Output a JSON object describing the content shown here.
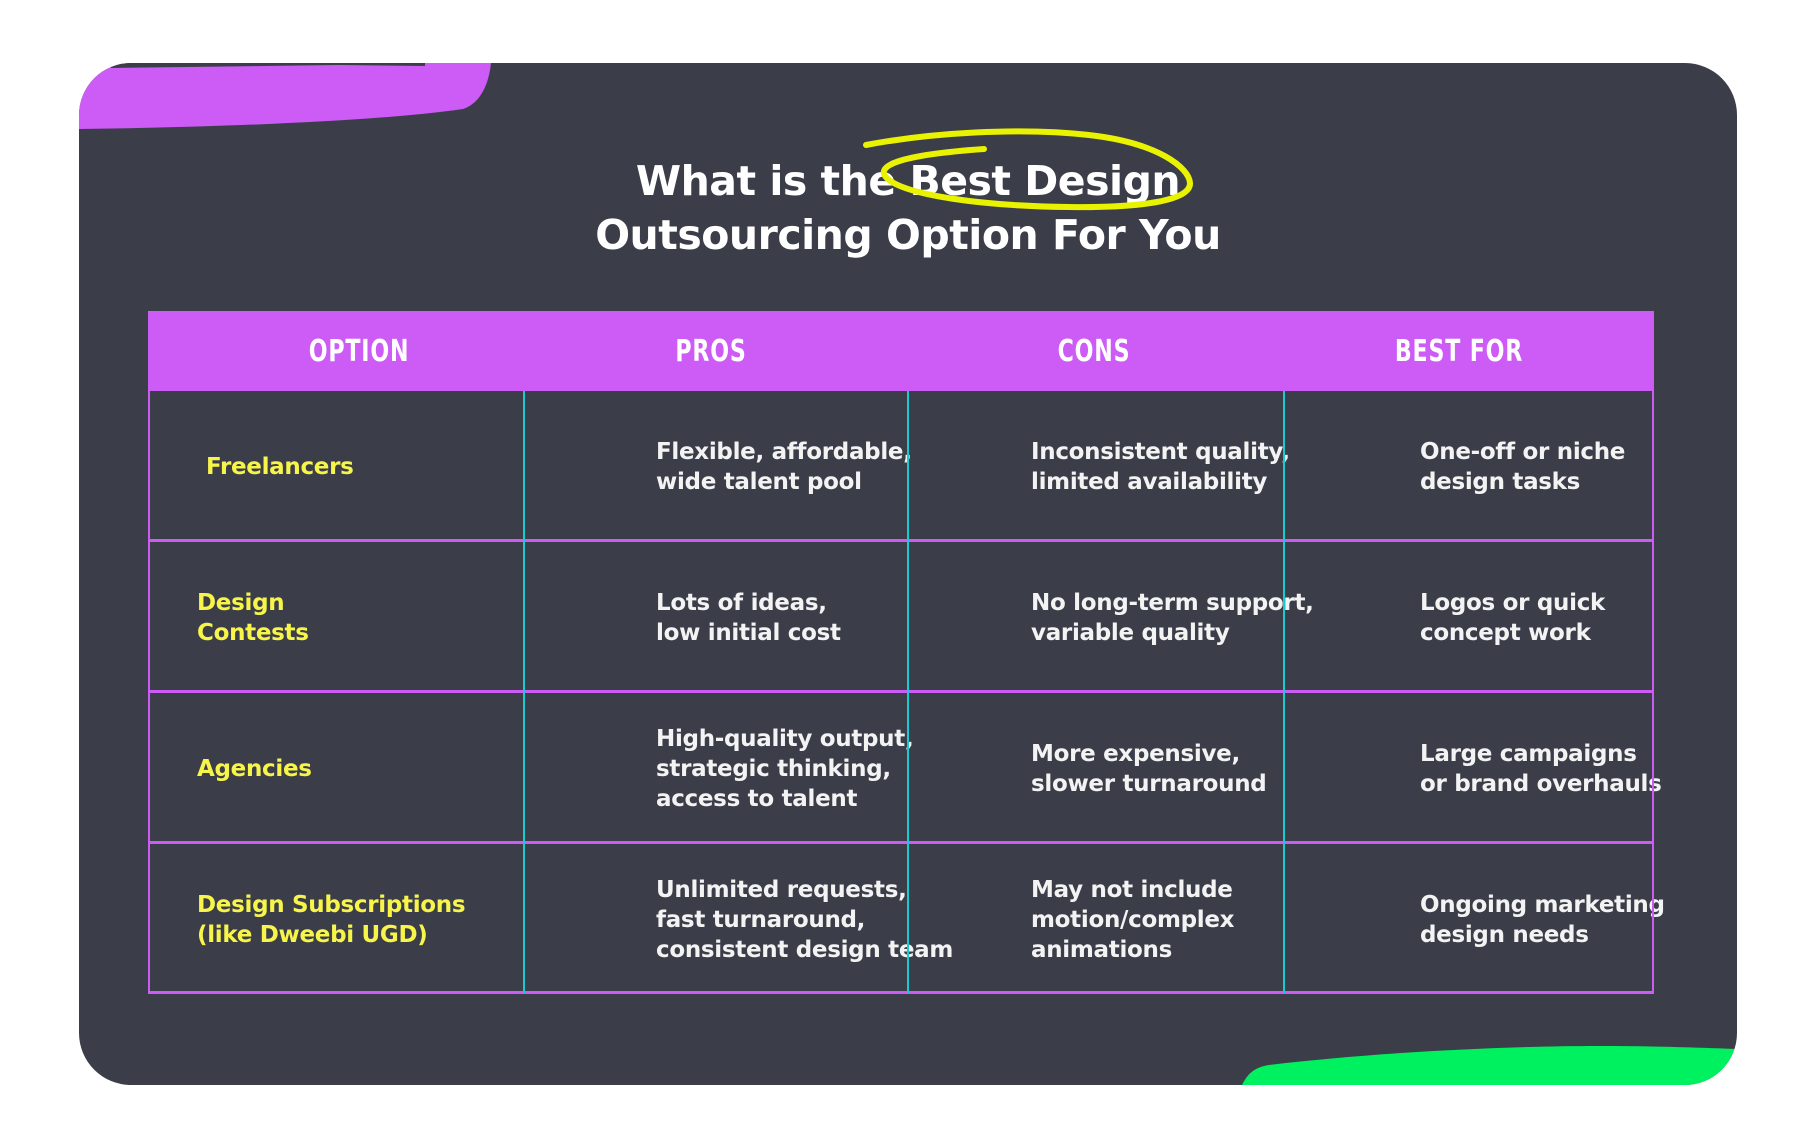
{
  "title": {
    "line1_prefix": "What is the ",
    "line1_highlight": "Best Design",
    "line2": "Outsourcing Option For You"
  },
  "colors": {
    "card_bg": "#3B3E49",
    "accent_purple": "#CC5CF5",
    "accent_green": "#00F160",
    "highlight_yellow": "#E9F200",
    "option_text_yellow": "#F7F54A",
    "divider_cyan": "#17CBD3",
    "text_white": "#F3F3F3"
  },
  "table": {
    "headers": [
      "OPTION",
      "PROS",
      "CONS",
      "BEST FOR"
    ],
    "rows": [
      {
        "option": [
          "Freelancers"
        ],
        "pros": [
          "Flexible, affordable,",
          "wide talent pool"
        ],
        "cons": [
          "Inconsistent quality,",
          "limited availability"
        ],
        "best_for": [
          "One-off or niche",
          "design tasks"
        ]
      },
      {
        "option": [
          "Design",
          "Contests"
        ],
        "pros": [
          "Lots of ideas,",
          "low initial cost"
        ],
        "cons": [
          "No long-term support,",
          "variable quality"
        ],
        "best_for": [
          "Logos or quick",
          "concept work"
        ]
      },
      {
        "option": [
          "Agencies"
        ],
        "pros": [
          "High-quality output,",
          "strategic thinking,",
          "access to talent"
        ],
        "cons": [
          "More expensive,",
          "slower turnaround"
        ],
        "best_for": [
          "Large campaigns",
          "or brand overhauls"
        ]
      },
      {
        "option": [
          "Design Subscriptions",
          "(like Dweebi UGD)"
        ],
        "pros": [
          "Unlimited requests,",
          "fast turnaround,",
          "consistent design team"
        ],
        "cons": [
          "May not include",
          "motion/complex",
          "animations"
        ],
        "best_for": [
          "Ongoing marketing",
          "design needs"
        ]
      }
    ]
  }
}
